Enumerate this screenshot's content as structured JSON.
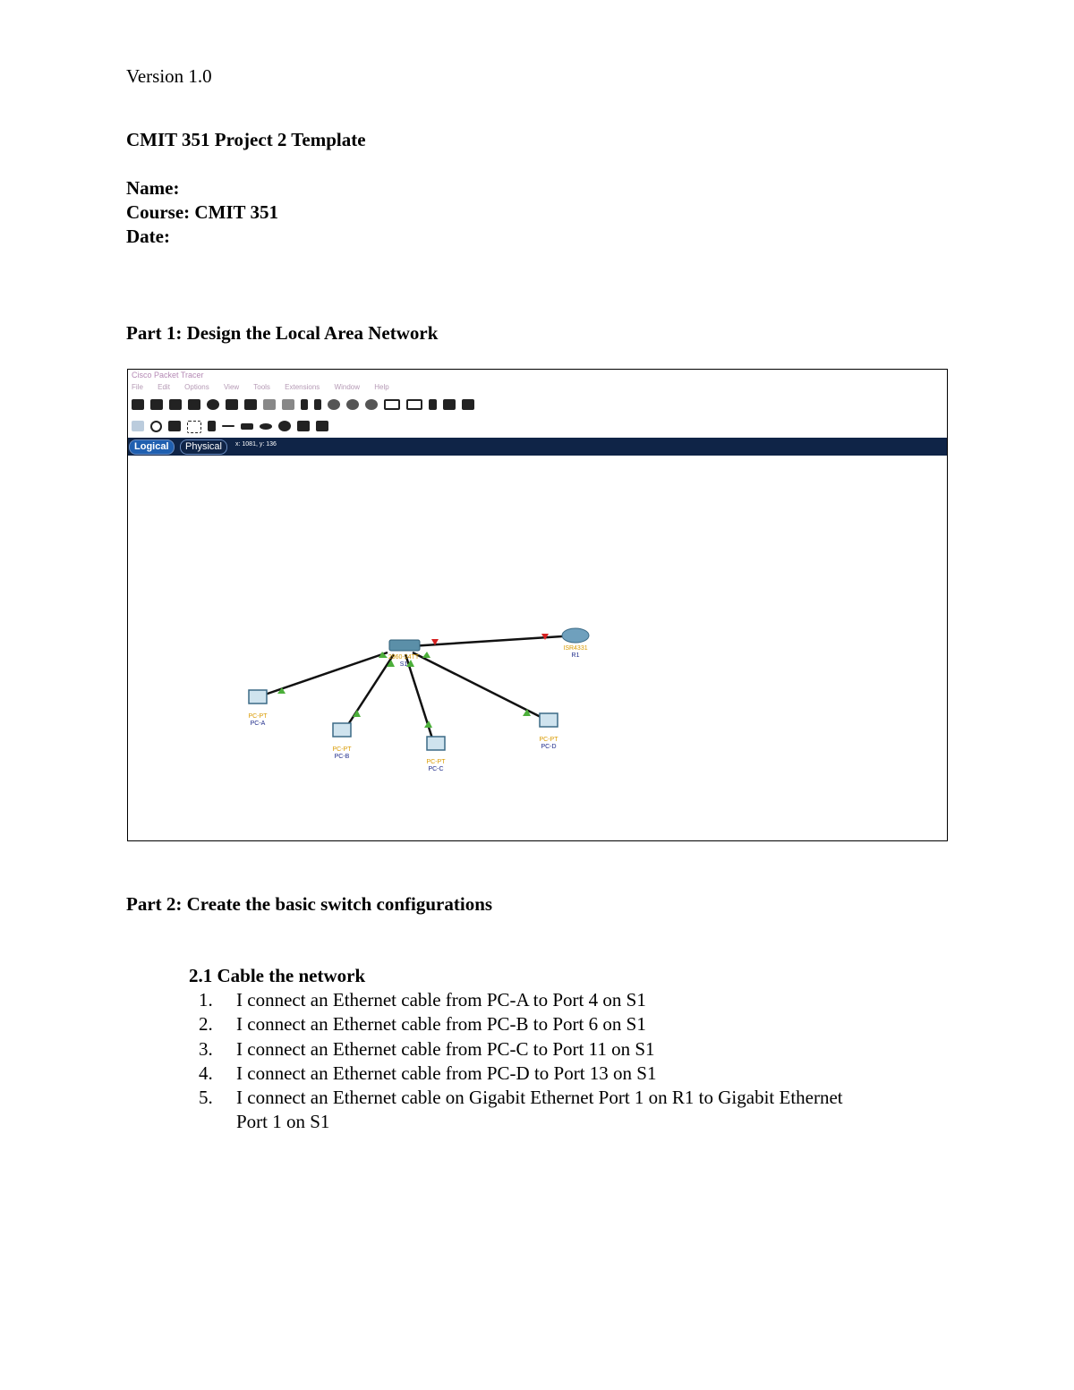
{
  "version": "Version 1.0",
  "doc_title": "CMIT 351 Project 2 Template",
  "name_label": "Name:",
  "course": "Course:  CMIT 351",
  "date_label": "Date:",
  "part1": "Part 1: Design the Local Area Network",
  "screenshot": {
    "app_title": "Cisco Packet Tracer",
    "menu": [
      "File",
      "Edit",
      "Options",
      "View",
      "Tools",
      "Extensions",
      "Window",
      "Help"
    ],
    "tabs": {
      "logical": "Logical",
      "physical": "Physical",
      "coords": "x: 1081, y: 136"
    },
    "devices": [
      {
        "model": "2960-24TT",
        "name": "S1"
      },
      {
        "model": "ISR4331",
        "name": "R1"
      },
      {
        "model": "PC-PT",
        "name": "PC-A"
      },
      {
        "model": "PC-PT",
        "name": "PC-B"
      },
      {
        "model": "PC-PT",
        "name": "PC-C"
      },
      {
        "model": "PC-PT",
        "name": "PC-D"
      }
    ],
    "link_colors": {
      "up": "#4caf3a",
      "down": "#d62020"
    }
  },
  "part2": "Part 2:  Create the basic switch configurations",
  "section21": "2.1 Cable the network",
  "steps": [
    "I connect an Ethernet cable from PC-A to Port 4 on S1",
    "I connect an Ethernet cable from PC-B to Port 6 on S1",
    "I connect an Ethernet cable from PC-C to Port 11 on S1",
    "I connect an Ethernet cable from PC-D to Port 13 on S1",
    "I connect an Ethernet cable on Gigabit Ethernet Port 1 on R1 to Gigabit Ethernet",
    "Port 1 on S1"
  ]
}
